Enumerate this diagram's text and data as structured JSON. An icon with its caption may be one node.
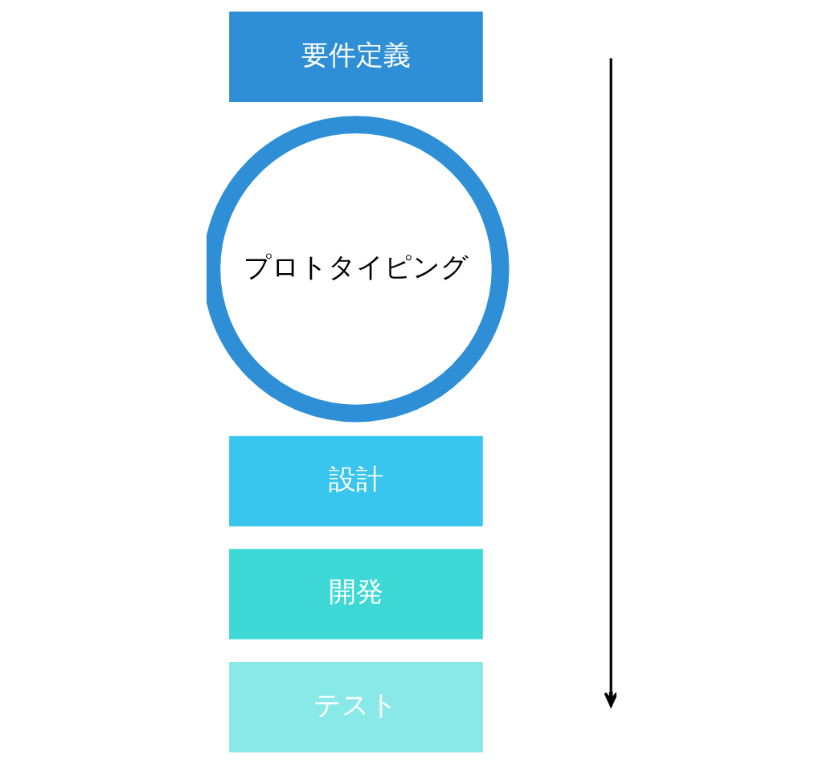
{
  "diagram": {
    "nodes": [
      {
        "text": [
          "要件定義"
        ]
      },
      {
        "text": [
          "プロトタイピング"
        ]
      },
      {
        "text": [
          "設計"
        ]
      },
      {
        "text": [
          "開発"
        ]
      },
      {
        "text": [
          "テスト"
        ]
      }
    ]
  }
}
